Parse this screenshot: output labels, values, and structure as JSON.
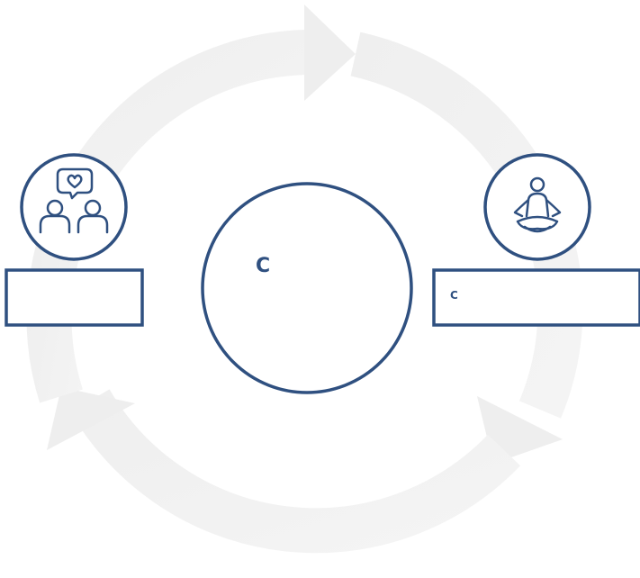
{
  "diagram": {
    "center": {
      "label": "C"
    },
    "nodes": [
      {
        "id": "left",
        "icon": "two-people-heart-speech-bubble-icon",
        "label_lines": [
          "",
          ""
        ]
      },
      {
        "id": "right",
        "icon": "meditation-person-icon",
        "label_lines": [
          "C",
          ""
        ]
      }
    ],
    "colors": {
      "outline": "#2F5080",
      "cycle_ring": "#EFEFEF",
      "background": "#FFFFFF"
    }
  }
}
